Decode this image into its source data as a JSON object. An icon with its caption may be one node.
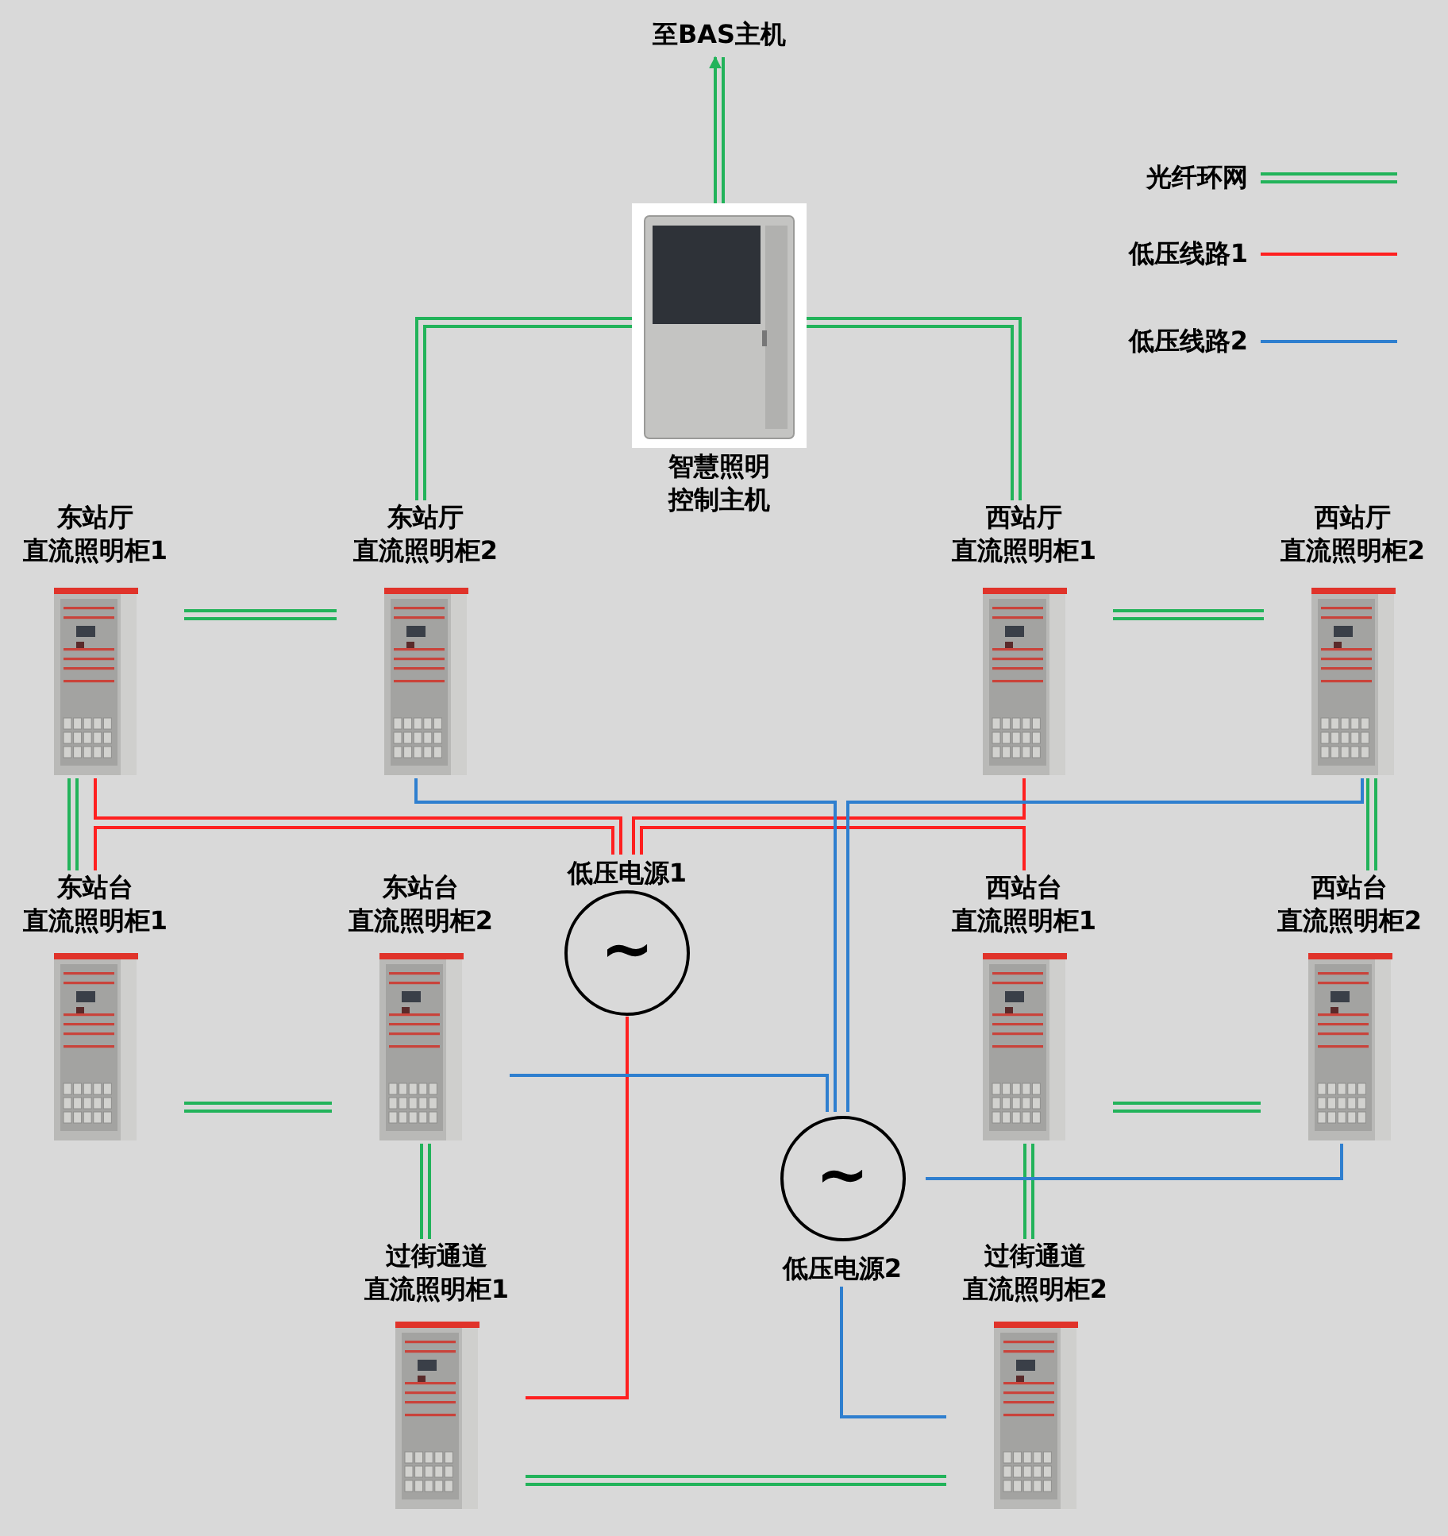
{
  "diagram": {
    "nodes": [
      {
        "text": [
          "至BAS主机"
        ]
      },
      {
        "text": [
          "智慧照明控制主机"
        ]
      },
      {
        "text": [
          "东站厅直流照明柜1"
        ]
      },
      {
        "text": [
          "东站厅直流照明柜2"
        ]
      },
      {
        "text": [
          "西站厅直流照明柜1"
        ]
      },
      {
        "text": [
          "西站厅直流照明柜2"
        ]
      },
      {
        "text": [
          "东站台直流照明柜1"
        ]
      },
      {
        "text": [
          "东站台直流照明柜2"
        ]
      },
      {
        "text": [
          "低压电源1",
          "~"
        ]
      },
      {
        "text": [
          "西站台直流照明柜1"
        ]
      },
      {
        "text": [
          "西站台直流照明柜2"
        ]
      },
      {
        "text": [
          "~",
          "低压电源2"
        ]
      },
      {
        "text": [
          "过街通道直流照明柜1"
        ]
      },
      {
        "text": [
          "过街通道直流照明柜2"
        ]
      }
    ],
    "edges": [
      {
        "from": 1,
        "to": 0,
        "arrow": "to"
      },
      {
        "from": 1,
        "to": 3,
        "arrow": "none"
      },
      {
        "from": 1,
        "to": 4,
        "arrow": "none"
      },
      {
        "from": 2,
        "to": 3,
        "arrow": "none"
      },
      {
        "from": 4,
        "to": 5,
        "arrow": "none"
      },
      {
        "from": 2,
        "to": 6,
        "arrow": "none"
      },
      {
        "from": 6,
        "to": 7,
        "arrow": "none"
      },
      {
        "from": 7,
        "to": 12,
        "arrow": "none"
      },
      {
        "from": 12,
        "to": 13,
        "arrow": "none"
      },
      {
        "from": 13,
        "to": 9,
        "arrow": "none"
      },
      {
        "from": 9,
        "to": 10,
        "arrow": "none"
      },
      {
        "from": 10,
        "to": 5,
        "arrow": "none"
      },
      {
        "from": 8,
        "to": 2,
        "arrow": "none",
        "color": "#ff2020"
      },
      {
        "from": 8,
        "to": 6,
        "arrow": "none",
        "color": "#ff2020"
      },
      {
        "from": 8,
        "to": 4,
        "arrow": "none",
        "color": "#ff2020"
      },
      {
        "from": 8,
        "to": 9,
        "arrow": "none",
        "color": "#ff2020"
      },
      {
        "from": 8,
        "to": 12,
        "arrow": "none",
        "color": "#ff2020"
      },
      {
        "from": 11,
        "to": 3,
        "arrow": "none",
        "color": "#2f7fcf"
      },
      {
        "from": 11,
        "to": 5,
        "arrow": "none",
        "color": "#2f7fcf"
      },
      {
        "from": 11,
        "to": 7,
        "arrow": "none",
        "color": "#2f7fcf"
      },
      {
        "from": 11,
        "to": 10,
        "arrow": "none",
        "color": "#2f7fcf"
      },
      {
        "from": 11,
        "to": 13,
        "arrow": "none",
        "color": "#2f7fcf"
      }
    ],
    "legend": [
      {
        "text": "光纤环网"
      },
      {
        "text": "低压线路1"
      },
      {
        "text": "低压线路2"
      }
    ]
  }
}
